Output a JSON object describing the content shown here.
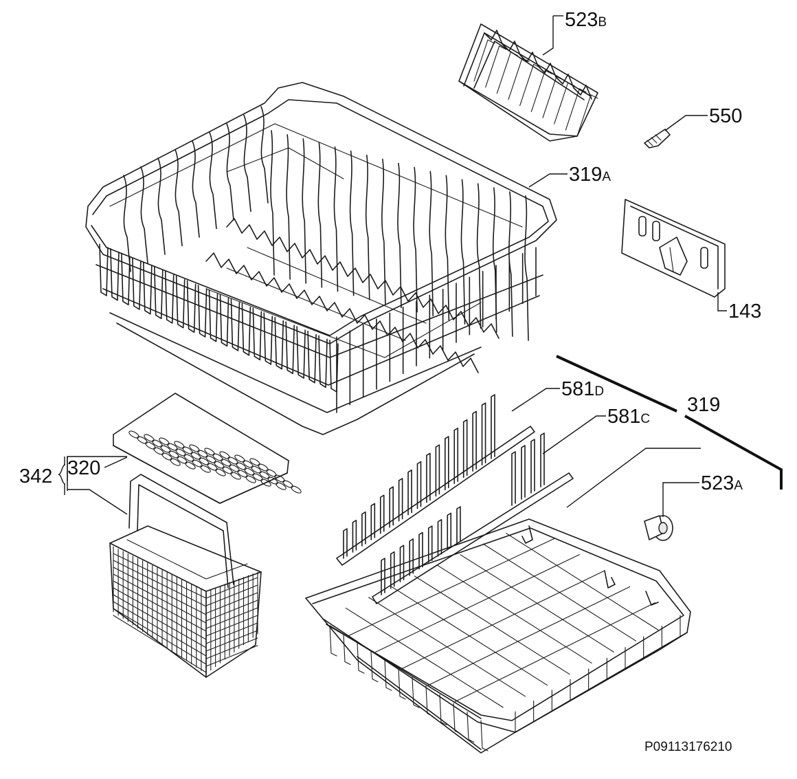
{
  "diagram": {
    "labels": {
      "l523b": {
        "main": "523",
        "suffix": "B"
      },
      "l550": {
        "main": "550"
      },
      "l319a": {
        "main": "319",
        "suffix": "A"
      },
      "l143": {
        "main": "143"
      },
      "l581d": {
        "main": "581",
        "suffix": "D"
      },
      "l581c": {
        "main": "581",
        "suffix": "C"
      },
      "l319": {
        "main": "319"
      },
      "l523a": {
        "main": "523",
        "suffix": "A"
      },
      "l342": {
        "main": "342"
      },
      "l320": {
        "main": "320"
      }
    },
    "reference": "P09113176210"
  }
}
